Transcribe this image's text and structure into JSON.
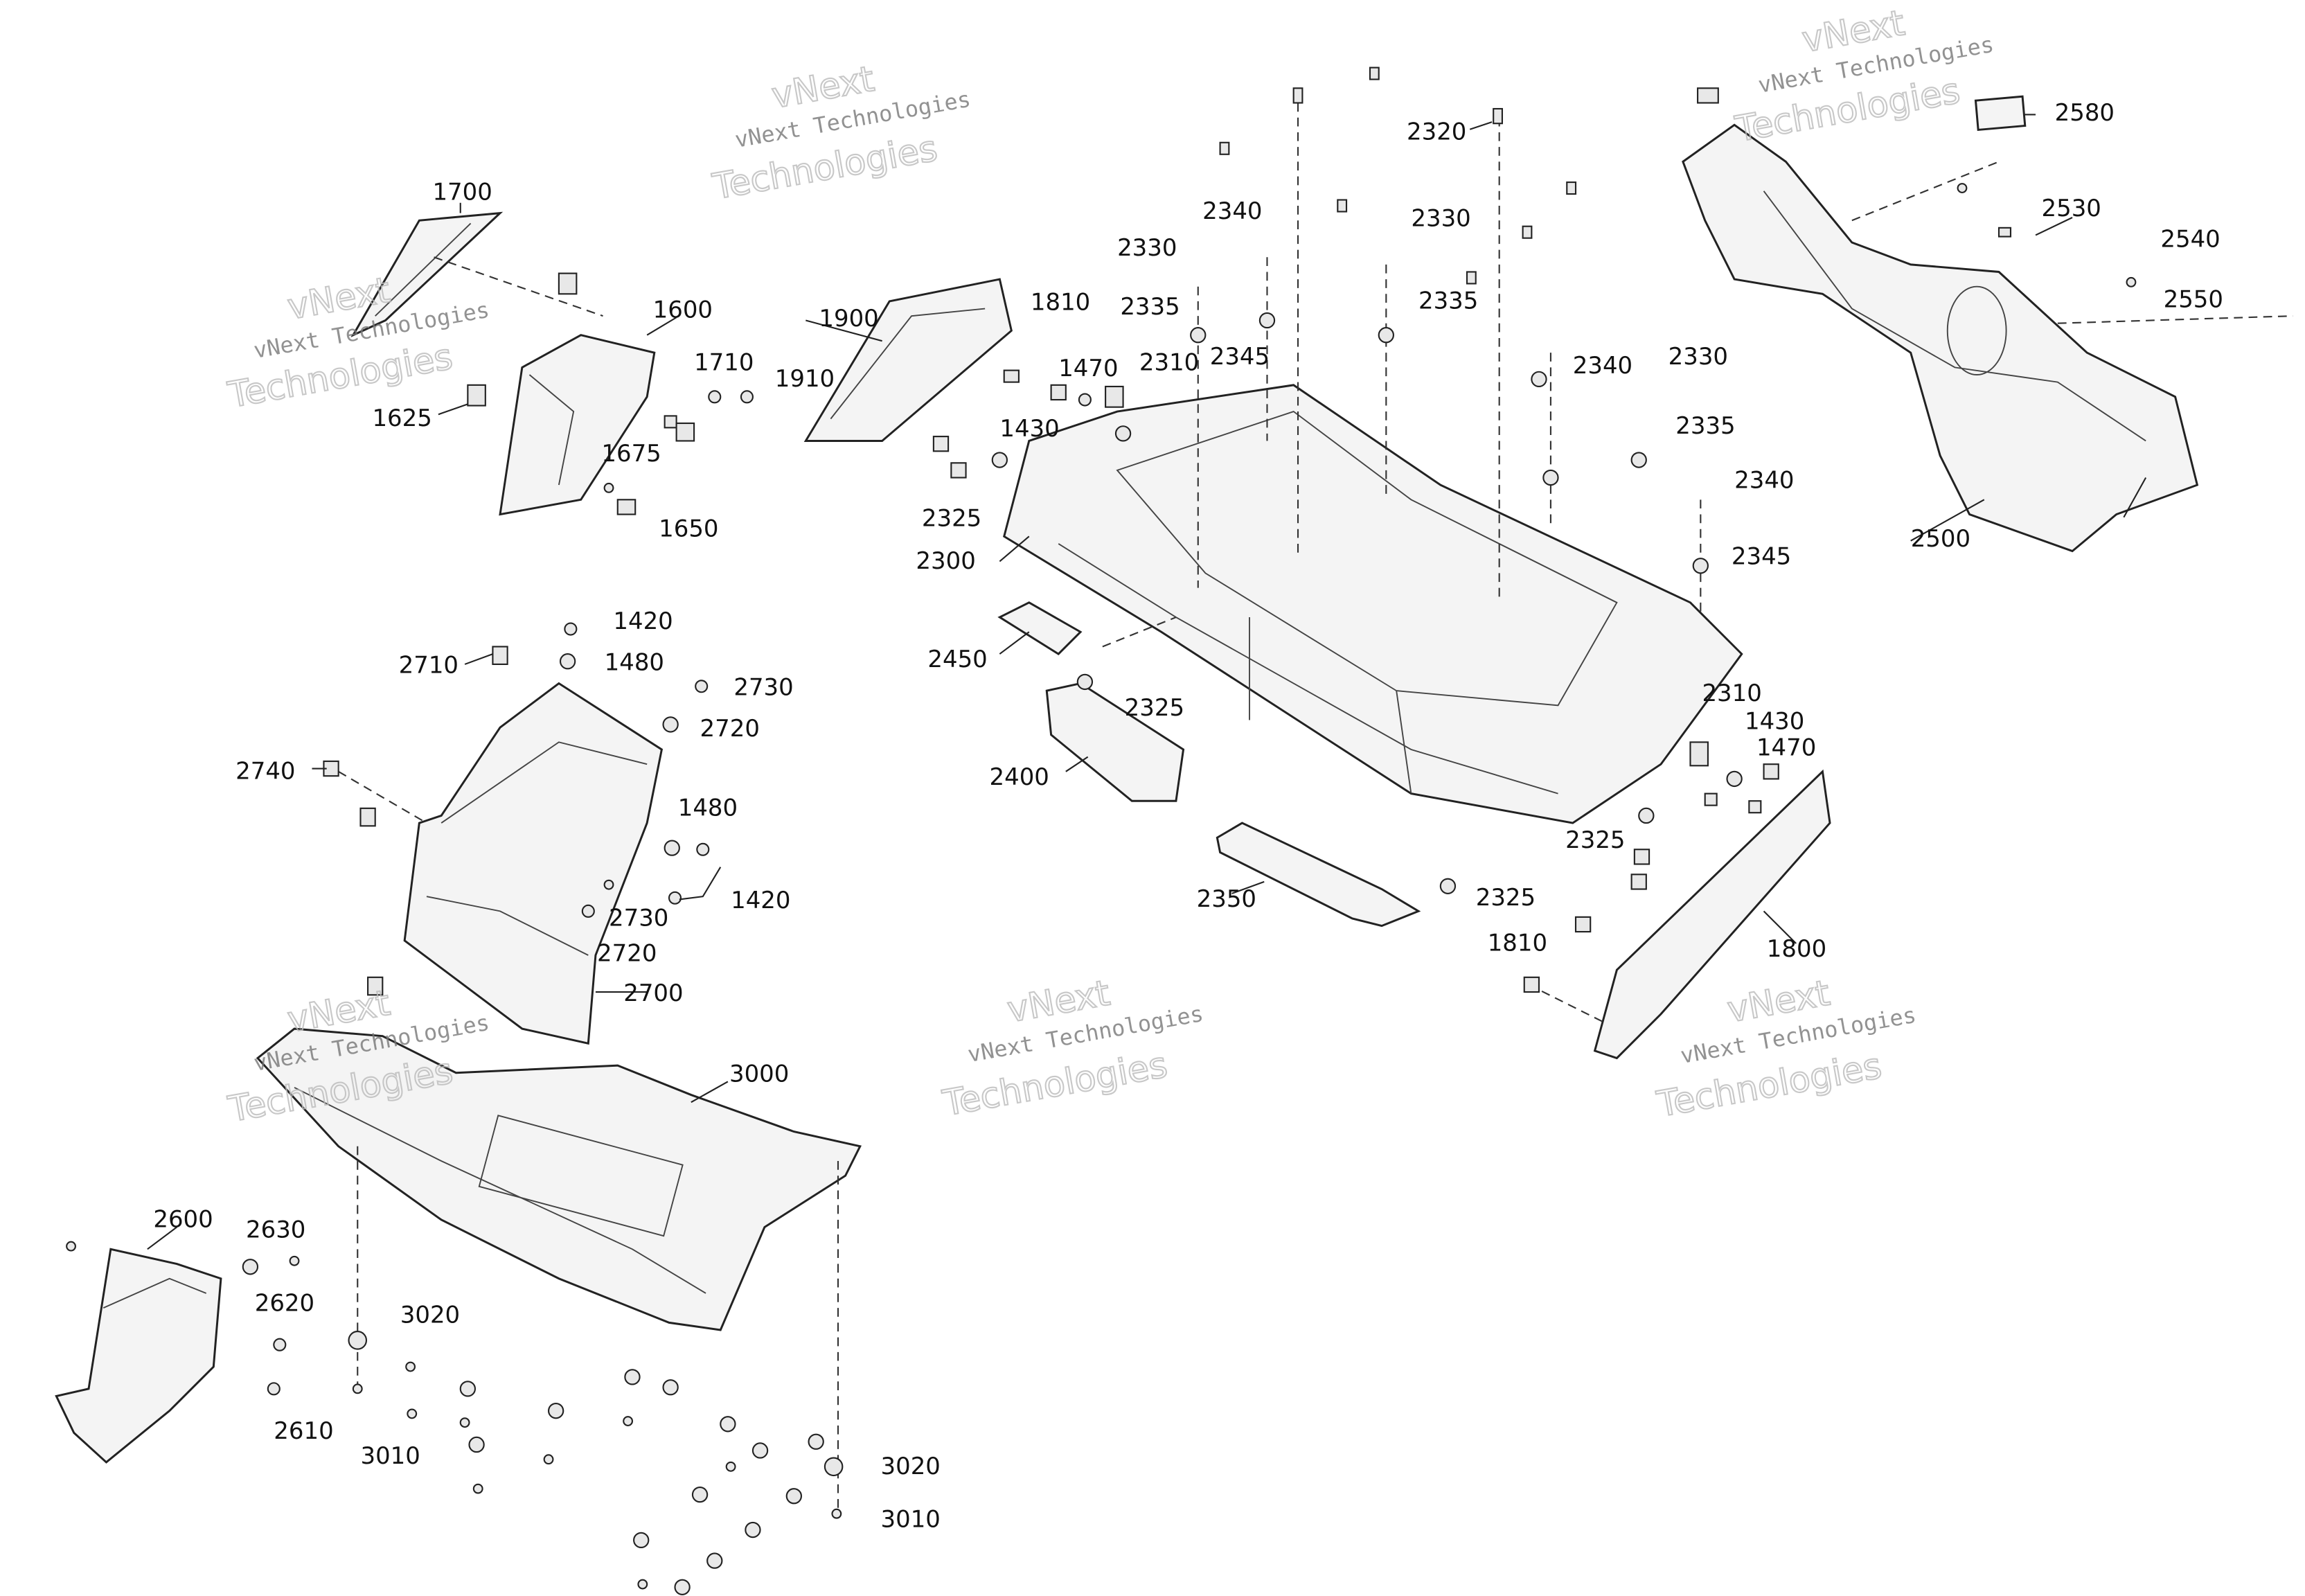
{
  "diagram": {
    "watermark_line1": "vNext",
    "watermark_line2": "vNext Technologies",
    "watermark_line3": "Technologies",
    "labels": [
      "1700",
      "1600",
      "1710",
      "1910",
      "1625",
      "1675",
      "1650",
      "1900",
      "1810",
      "1470",
      "2310",
      "2335",
      "2330",
      "2340",
      "2345",
      "1430",
      "2325",
      "2300",
      "2320",
      "2330",
      "2335",
      "2340",
      "2330",
      "2335",
      "2340",
      "2345",
      "2580",
      "2530",
      "2540",
      "2550",
      "2500",
      "1420",
      "1480",
      "2710",
      "2730",
      "2720",
      "2740",
      "1480",
      "1420",
      "2730",
      "2720",
      "2700",
      "2450",
      "2325",
      "2400",
      "2310",
      "1430",
      "1470",
      "2325",
      "2325",
      "2350",
      "1810",
      "1800",
      "3000",
      "2600",
      "2630",
      "2620",
      "3020",
      "2610",
      "3010",
      "3020",
      "3010"
    ]
  }
}
